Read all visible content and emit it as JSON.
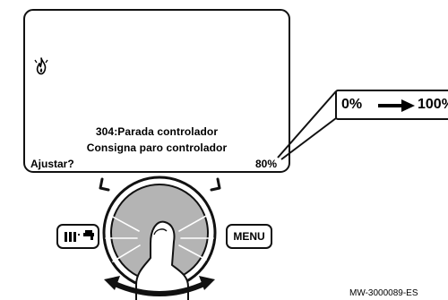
{
  "display": {
    "status_icon": "flame-icon",
    "line1": "304:Parada controlador",
    "line2": "Consigna paro controlador",
    "prompt": "Ajustar?",
    "value": "80%"
  },
  "callout": {
    "from": "0%",
    "to": "100%",
    "arrow_icon": "right-arrow-icon"
  },
  "controls": {
    "dhw_button_icon": "radiator-tap-icon",
    "menu_button_label": "MENU",
    "rotary_knob": "rotary-knob",
    "rotate_icon": "rotate-arrow-icon",
    "hand_icon": "hand-pressing-icon"
  },
  "figure_id": "MW-3000089-ES"
}
